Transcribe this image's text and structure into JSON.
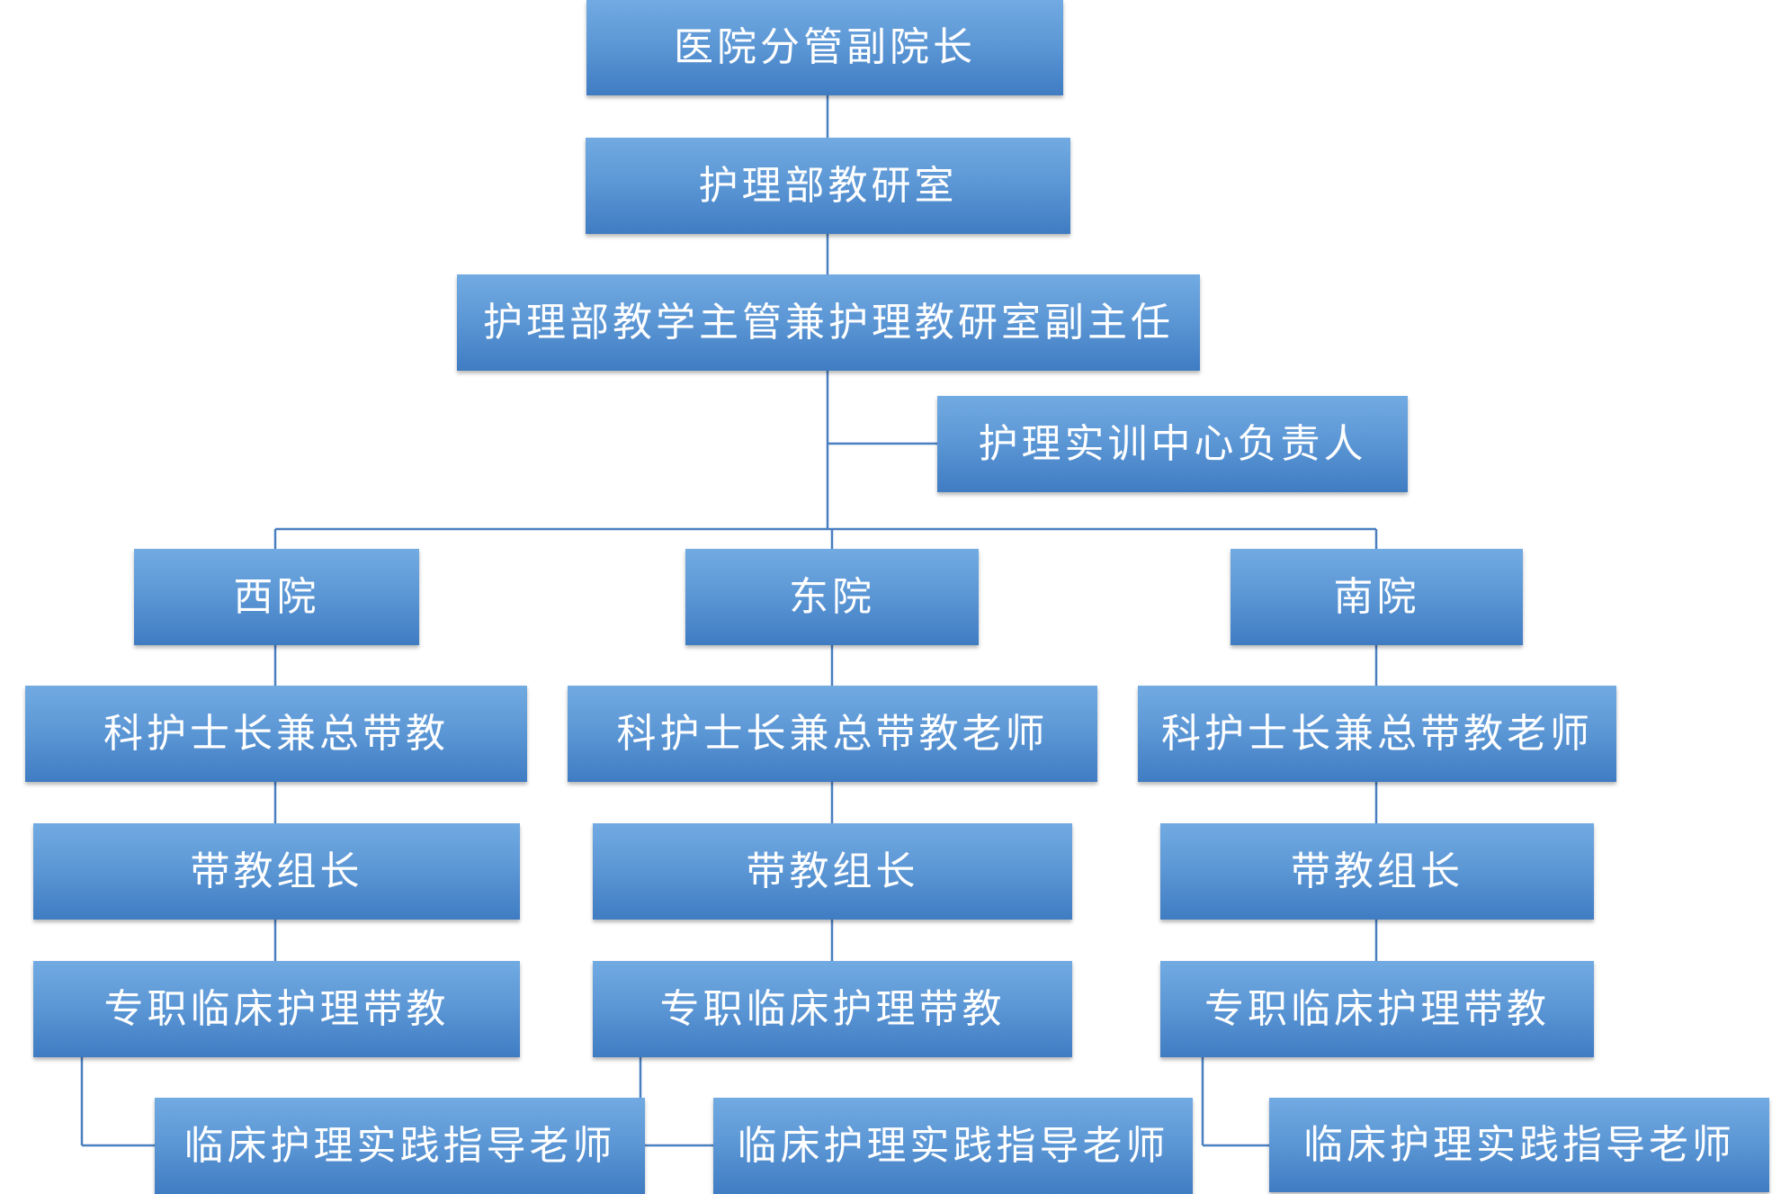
{
  "org_chart": {
    "vice_president": "医院分管副院长",
    "teaching_office": "护理部教研室",
    "deputy_director": "护理部教学主管兼护理教研室副主任",
    "training_center_head": "护理实训中心负责人",
    "branches": {
      "west": {
        "name": "西院",
        "head": "科护士长兼总带教",
        "group_leader": "带教组长",
        "clinical_teacher": "专职临床护理带教",
        "practice_mentor": "临床护理实践指导老师"
      },
      "east": {
        "name": "东院",
        "head": "科护士长兼总带教老师",
        "group_leader": "带教组长",
        "clinical_teacher": "专职临床护理带教",
        "practice_mentor": "临床护理实践指导老师"
      },
      "south": {
        "name": "南院",
        "head": "科护士长兼总带教老师",
        "group_leader": "带教组长",
        "clinical_teacher": "专职临床护理带教",
        "practice_mentor": "临床护理实践指导老师"
      }
    }
  },
  "colors": {
    "box_fill_top": "#72abe2",
    "box_fill_bottom": "#3f7cc2",
    "connector": "#4a7fc0",
    "text": "#ffffff"
  }
}
